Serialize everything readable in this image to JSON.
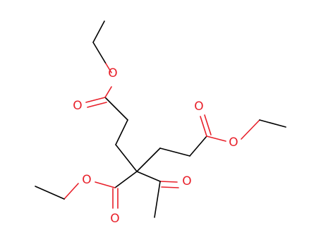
{
  "diagram": {
    "type": "chemical-structure",
    "atom_labels": {
      "o1": "O",
      "o2": "O",
      "o3": "O",
      "o4": "O",
      "o5": "O",
      "o6": "O",
      "o7": "O"
    },
    "colors": {
      "bond": "#000000",
      "heteroatom_oxygen": "#e8202a",
      "background": "#ffffff"
    }
  }
}
